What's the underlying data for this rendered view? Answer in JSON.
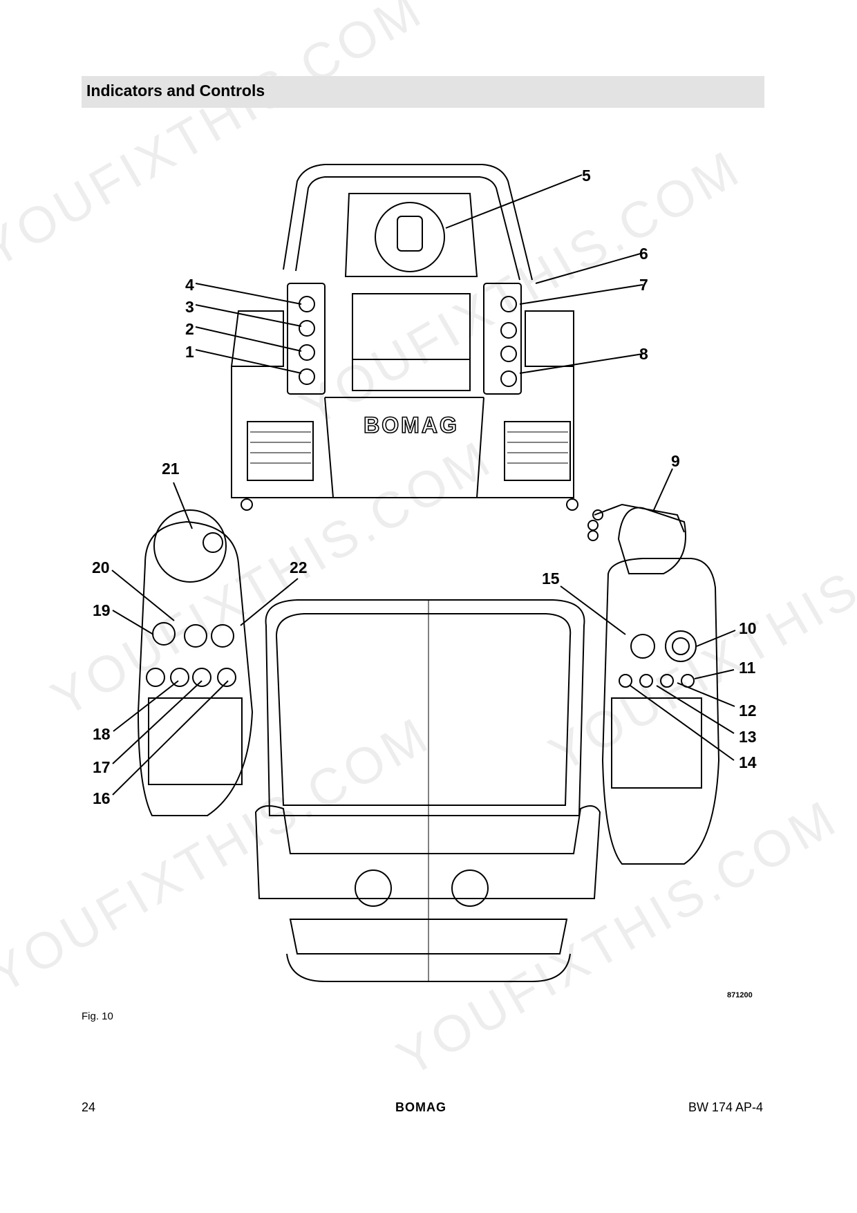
{
  "header": {
    "title": "Indicators and Controls"
  },
  "figure": {
    "brand_plate": "BOMAG",
    "callouts": [
      "1",
      "2",
      "3",
      "4",
      "5",
      "6",
      "7",
      "8",
      "9",
      "10",
      "11",
      "12",
      "13",
      "14",
      "15",
      "16",
      "17",
      "18",
      "19",
      "20",
      "21",
      "22"
    ],
    "image_number": "871200",
    "caption": "Fig. 10"
  },
  "watermark": {
    "text": "YOUFIXTHIS.COM"
  },
  "footer": {
    "page_number": "24",
    "brand": "BOMAG",
    "model": "BW 174 AP-4"
  }
}
